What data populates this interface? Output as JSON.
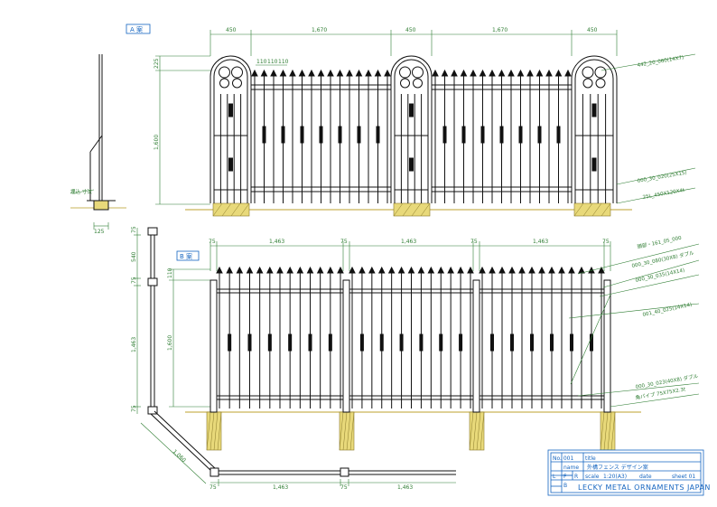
{
  "plan_a": {
    "label": "A 案",
    "top_dims": [
      "450",
      "1,670",
      "450",
      "1,670",
      "450"
    ],
    "picket_dims": [
      "110",
      "110",
      "110"
    ],
    "left_dims": [
      "225",
      "1,600"
    ],
    "notes": [
      "442_20_060(14X7)",
      "000_30_020(25X15)",
      "25L_450X120X4t"
    ],
    "side_note": "埋込 寸法",
    "side_dim": "125"
  },
  "plan_b": {
    "label": "B 案",
    "top_dims": [
      "75",
      "1,463",
      "75",
      "1,463",
      "75",
      "1,463",
      "75"
    ],
    "left_dims": [
      "110",
      "1,600"
    ],
    "notes": [
      "頭部・161_05_000",
      "000_30_080(30X8) ダブル",
      "000_30_035(14X14)",
      "001_40_025(14X14)",
      "000_30_023(40X8) ダブル",
      "角パイプ 75X75X2.3t"
    ]
  },
  "plan_view": {
    "left_dims": [
      "75",
      "540",
      "75",
      "1,463",
      "75"
    ],
    "diag_dim": "1,060",
    "bottom_dims": [
      "75",
      "1,463",
      "75",
      "1,463"
    ]
  },
  "title_block": {
    "row1_left": "No. 001",
    "row1_right": "title",
    "row2_label": "name",
    "row2_value": "外構フェンス デザイン案",
    "row3_label": "scale",
    "row3_value": "1:20(A3)",
    "row3_date": "date",
    "row3_sheet": "sheet 01",
    "view_marks": [
      "L",
      "F",
      "R",
      "B"
    ],
    "company": "LECKY METAL ORNAMENTS JAPAN"
  },
  "colors": {
    "line": "#111111",
    "dimension": "#2e7d32",
    "label": "#1565c0",
    "ground": "#c9b458",
    "concrete": "#e8d97a"
  }
}
